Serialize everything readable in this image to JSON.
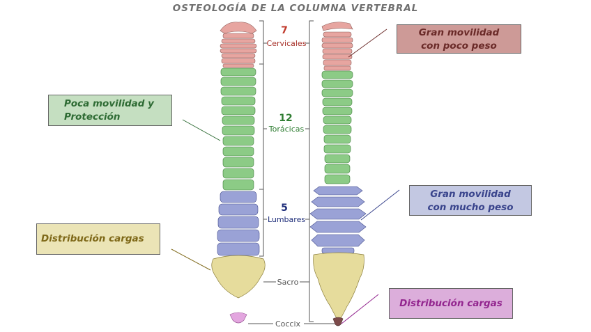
{
  "title": "OSTEOLOGÍA DE LA COLUMNA VERTEBRAL",
  "regions": {
    "cervical": {
      "count": "7",
      "label": "Cervicales",
      "color": "#e7a5a0"
    },
    "thoracic": {
      "count": "12",
      "label": "Torácicas",
      "color": "#8ccb86"
    },
    "lumbar": {
      "count": "5",
      "label": "Lumbares",
      "color": "#9aa2d6"
    },
    "sacrum": {
      "label": "Sacro",
      "color": "#e6dc9c"
    },
    "coccyx": {
      "label": "Coccix",
      "color": "#e3a6df"
    }
  },
  "count_colors": {
    "cervical": "#c0392b",
    "thoracic": "#2f7d32",
    "lumbar": "#1f2e7a"
  },
  "callouts": {
    "thoracic_left": {
      "line1": "Poca movilidad y",
      "line2": "Protección"
    },
    "sacrum_left": {
      "text": "Distribución cargas"
    },
    "cervical_right": {
      "line1": "Gran movilidad",
      "line2": "con poco peso"
    },
    "lumbar_right": {
      "line1": "Gran movilidad",
      "line2": "con mucho peso"
    },
    "coccyx_right": {
      "text": "Distribución cargas"
    }
  }
}
